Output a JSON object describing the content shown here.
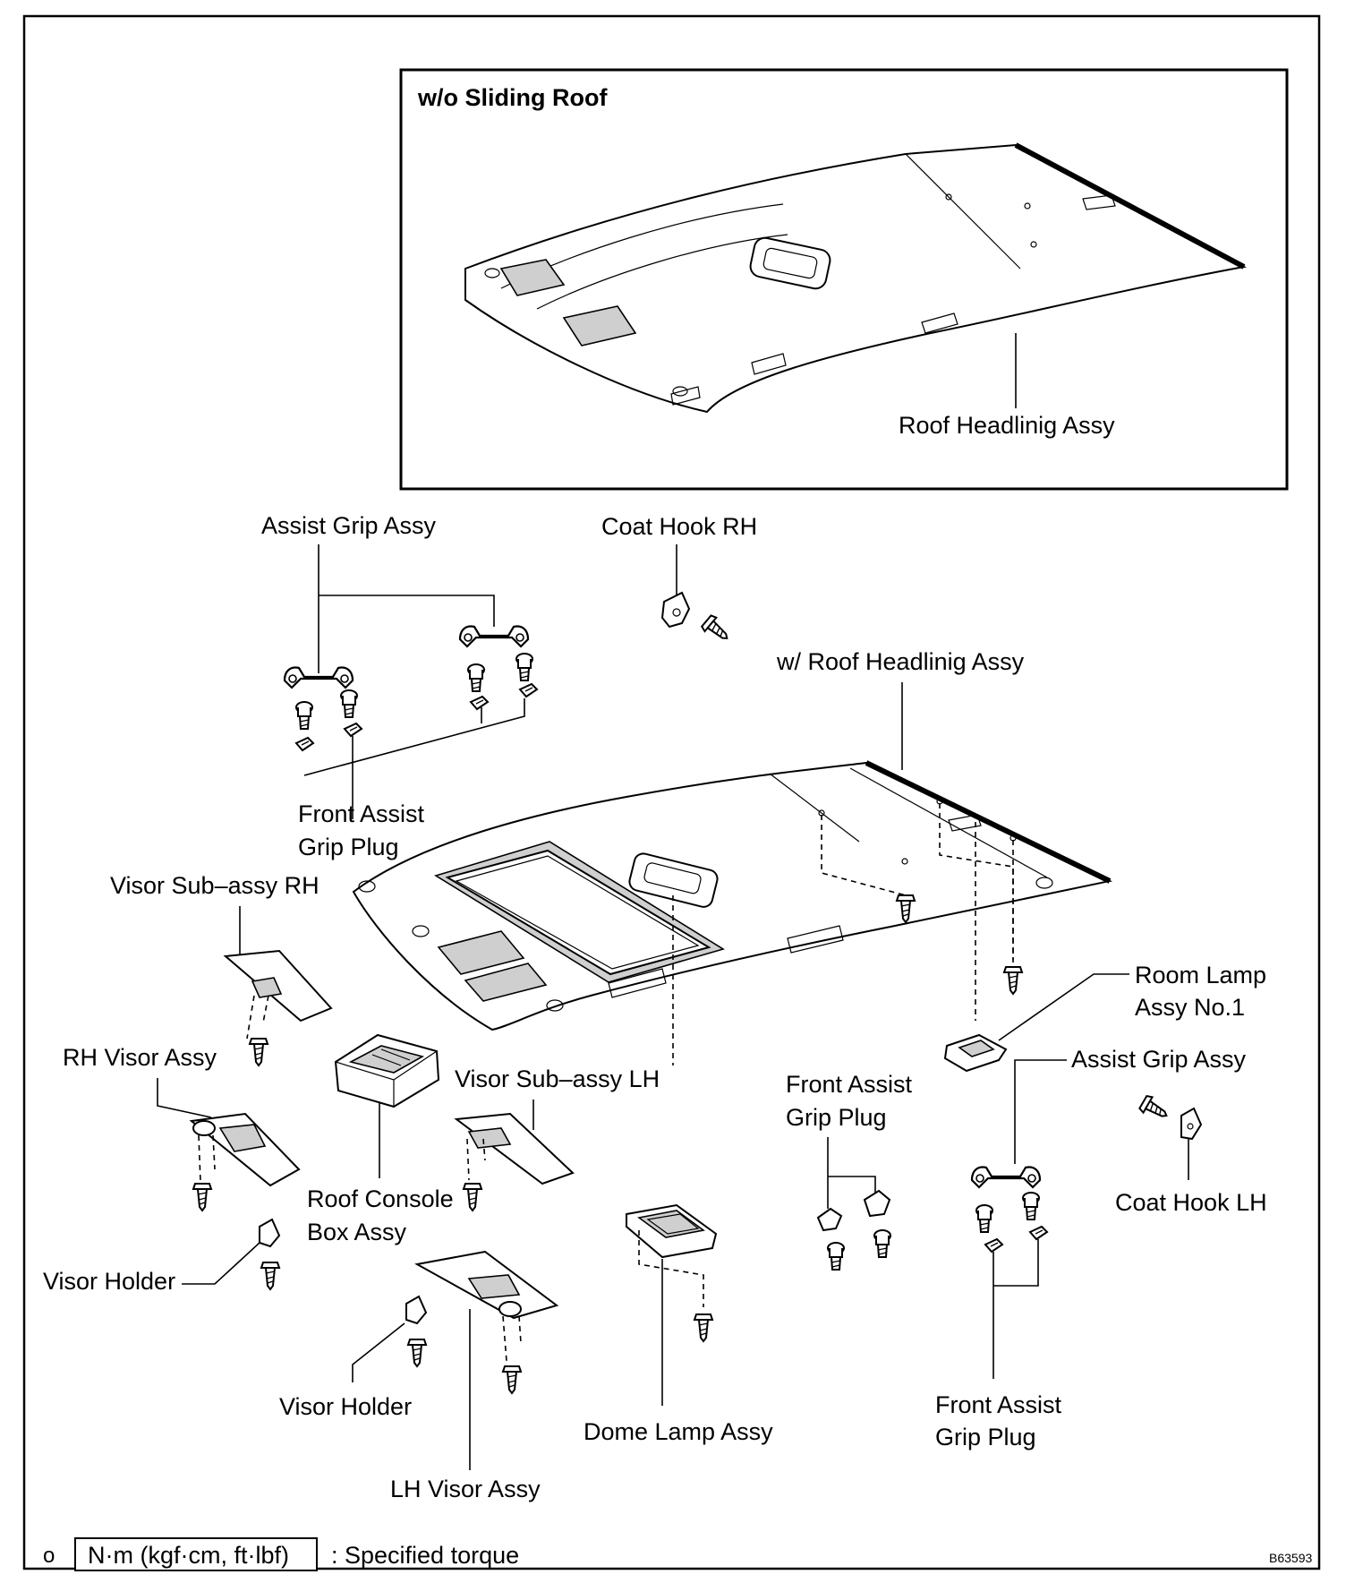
{
  "inset": {
    "title": "w/o Sliding Roof",
    "headlining_label": "Roof Headlinig Assy"
  },
  "labels": {
    "assist_grip_assy_top": "Assist Grip Assy",
    "coat_hook_rh": "Coat Hook RH",
    "w_roof_headlining": "w/ Roof Headlinig Assy",
    "front_assist_grip_plug_left": [
      "Front Assist",
      "Grip Plug"
    ],
    "visor_sub_assy_rh": "Visor Sub–assy RH",
    "rh_visor_assy": "RH Visor Assy",
    "visor_sub_assy_lh": "Visor Sub–assy LH",
    "roof_console_box_assy": [
      "Roof Console",
      "Box Assy"
    ],
    "visor_holder_left": "Visor Holder",
    "visor_holder_center": "Visor Holder",
    "lh_visor_assy": "LH Visor Assy",
    "dome_lamp_assy": "Dome Lamp Assy",
    "front_assist_grip_plug_center": [
      "Front Assist",
      "Grip Plug"
    ],
    "room_lamp_assy": [
      "Room Lamp",
      "Assy No.1"
    ],
    "assist_grip_assy_right": "Assist Grip Assy",
    "coat_hook_lh": "Coat Hook LH",
    "front_assist_grip_plug_right": [
      "Front Assist",
      "Grip Plug"
    ]
  },
  "legend": {
    "marker": "o",
    "torque_unit": "N·m (kgf·cm, ft·lbf)",
    "torque_desc": ": Specified torque"
  },
  "figure_code": "B63593"
}
